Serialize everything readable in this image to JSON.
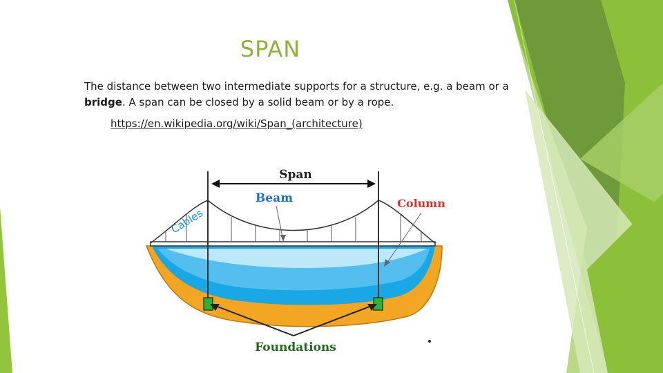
{
  "slide": {
    "title": "SPAN",
    "text_1": "The distance between two intermediate supports for a structure, e.g. a beam or a ",
    "text_bridge": "bridge",
    "text_2": ". A span can be closed by a solid beam or by a rope.",
    "link": "https://en.wikipedia.org/wiki/Span_(architecture)"
  },
  "diagram": {
    "span_label": "Span",
    "beam_label": "Beam",
    "column_label": "Column",
    "cables_label": "Cables",
    "foundations_label": "Foundations"
  },
  "colors": {
    "title_green": "#8cb43c",
    "water_blue": "#1aa7e6",
    "ground_orange": "#f2a624",
    "beam_label_blue": "#1f6fc6",
    "column_label_red": "#d8322b",
    "foundation_green": "#2bb33a"
  }
}
